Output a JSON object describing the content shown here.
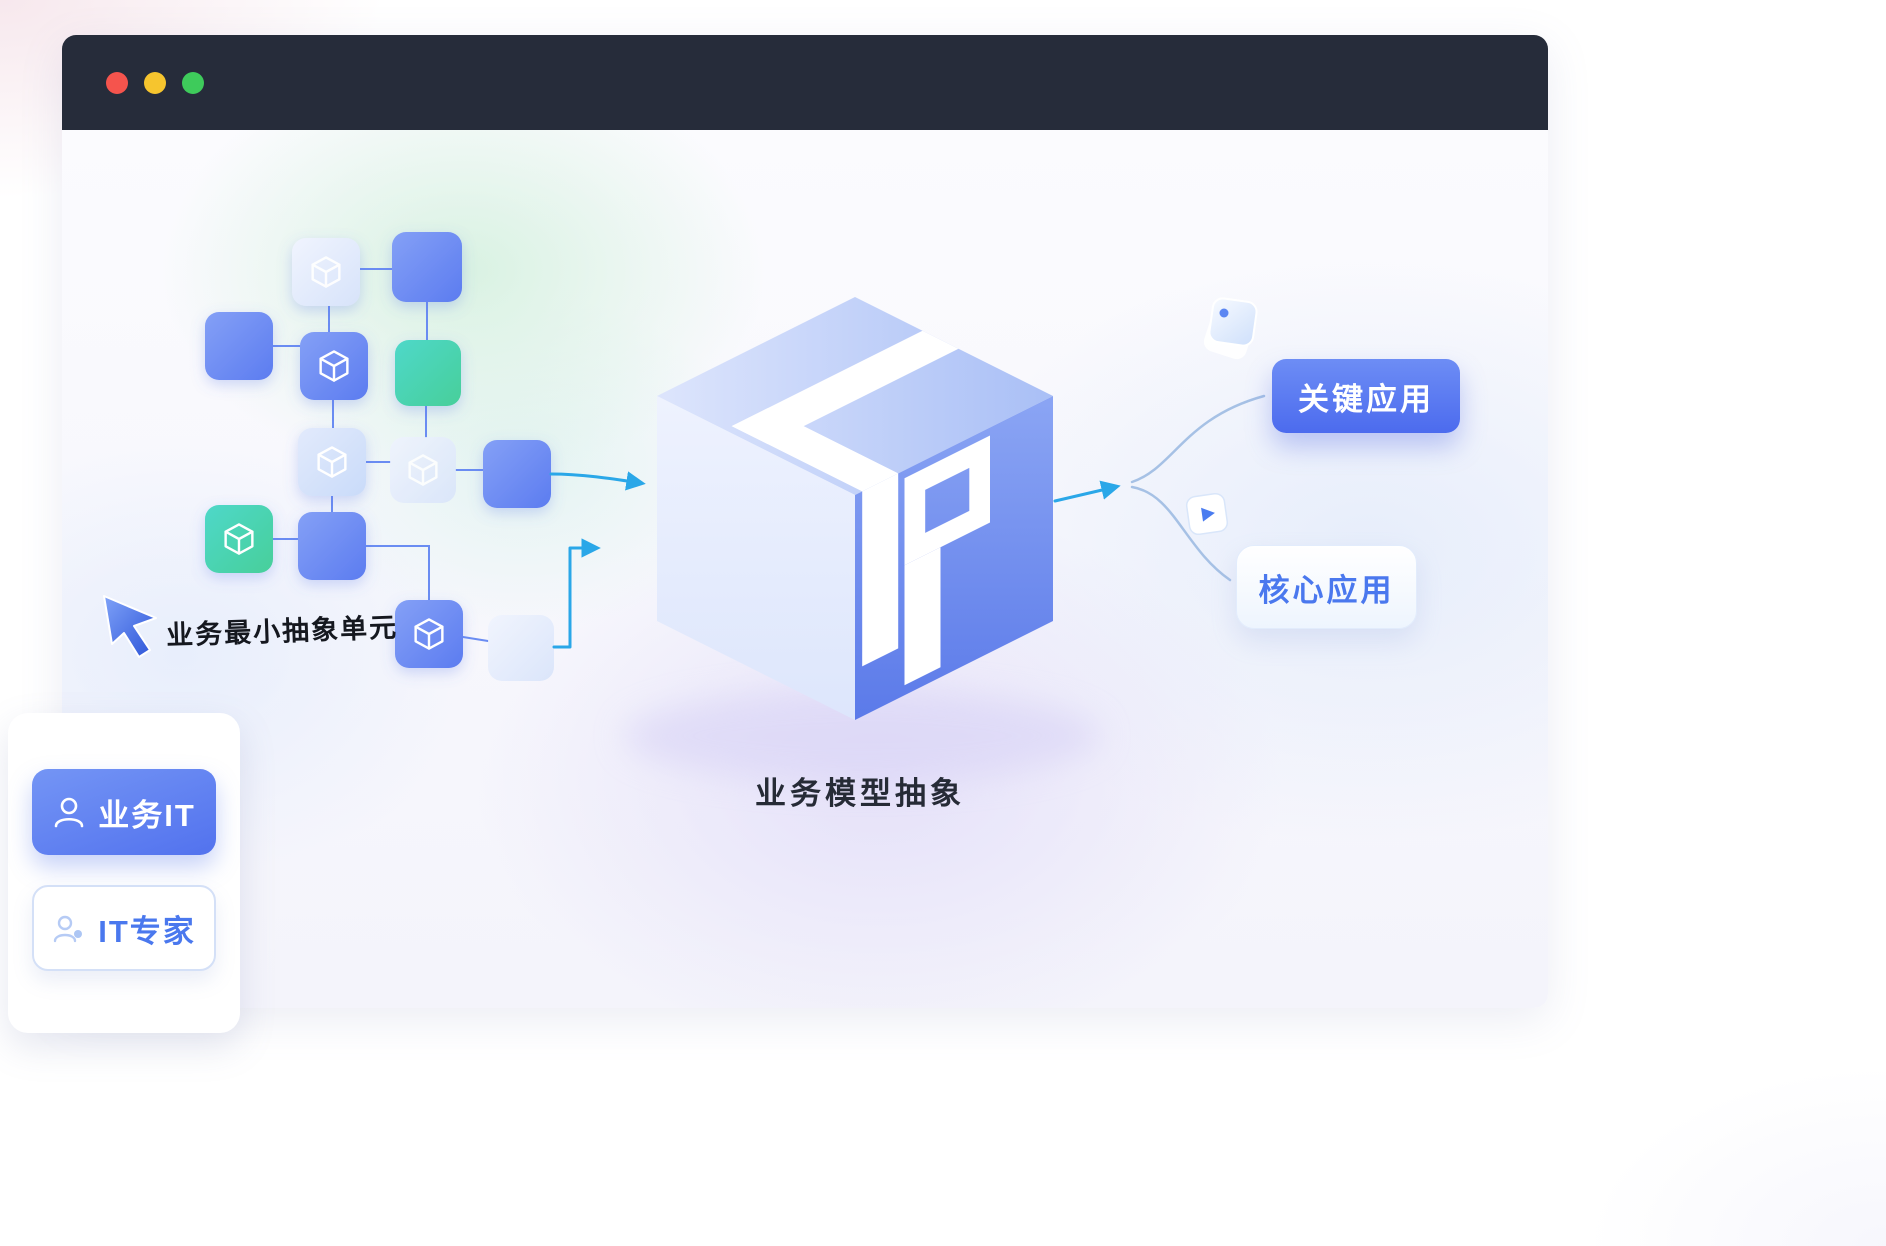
{
  "window": {
    "controls": [
      {
        "name": "close"
      },
      {
        "name": "minimize"
      },
      {
        "name": "maximize"
      }
    ]
  },
  "diagram": {
    "unit_label": "业务最小抽象单元",
    "model_label": "业务模型抽象",
    "outputs": {
      "primary": "关键应用",
      "secondary": "核心应用"
    }
  },
  "roles": {
    "primary": "业务IT",
    "secondary": "IT专家"
  },
  "colors": {
    "header_bg": "#262c3a",
    "dot_red": "#f5544d",
    "dot_yellow": "#f6c52e",
    "dot_green": "#3ecb5b",
    "node_blue": "#6d8df3",
    "node_teal": "#46d1ae",
    "arrow_cyan": "#2aa7e8",
    "cube_blue": "#7b97f2",
    "link_blue": "#4a78ee",
    "text_dark": "#262b36"
  }
}
